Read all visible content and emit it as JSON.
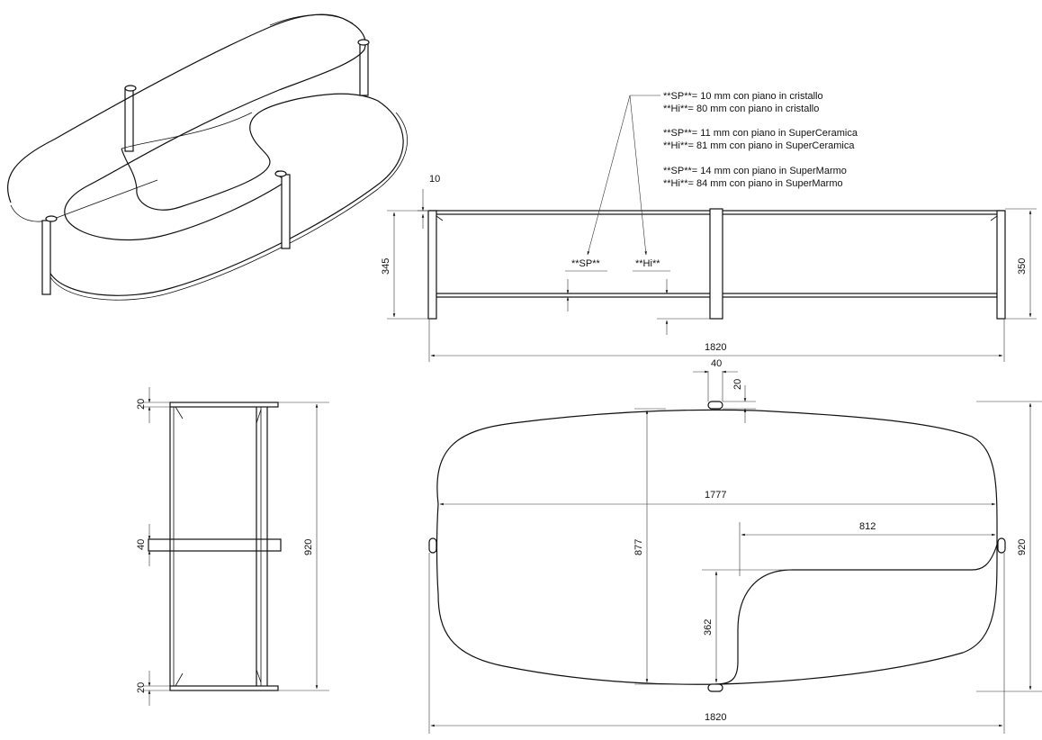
{
  "notes": {
    "cristallo_sp": "**SP**= 10 mm con piano in cristallo",
    "cristallo_hi": "**Hi**= 80 mm con piano in cristallo",
    "ceramica_sp": "**SP**= 11 mm con piano in SuperCeramica",
    "ceramica_hi": "**Hi**= 81 mm con piano in SuperCeramica",
    "marmo_sp": "**SP**= 14 mm con piano in SuperMarmo",
    "marmo_hi": "**Hi**= 84 mm con piano in SuperMarmo"
  },
  "labels": {
    "sp": "**SP**",
    "hi": "**Hi**"
  },
  "front_view": {
    "top_thickness": "10",
    "leg_height": "345",
    "total_height": "350",
    "width": "1820"
  },
  "side_view": {
    "top_offset": "20",
    "middle": "40",
    "bottom_offset": "20",
    "depth": "920"
  },
  "top_view": {
    "leg_width": "40",
    "leg_offset": "20",
    "inner_width": "1777",
    "cutout_width": "812",
    "depth_inner": "877",
    "depth_total": "920",
    "cutout_depth": "362",
    "width": "1820"
  }
}
